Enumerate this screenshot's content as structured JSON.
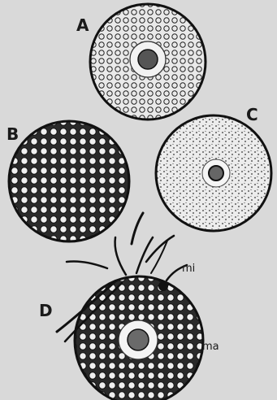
{
  "panels": [
    {
      "id": "A",
      "label": "A"
    },
    {
      "id": "B",
      "label": "B"
    },
    {
      "id": "C",
      "label": "C"
    },
    {
      "id": "D",
      "label": "D"
    }
  ],
  "annotations": {
    "mi": "mi",
    "ma": "ma"
  },
  "colors": {
    "background": "#d9d9d9",
    "ink": "#1a1a1a"
  }
}
